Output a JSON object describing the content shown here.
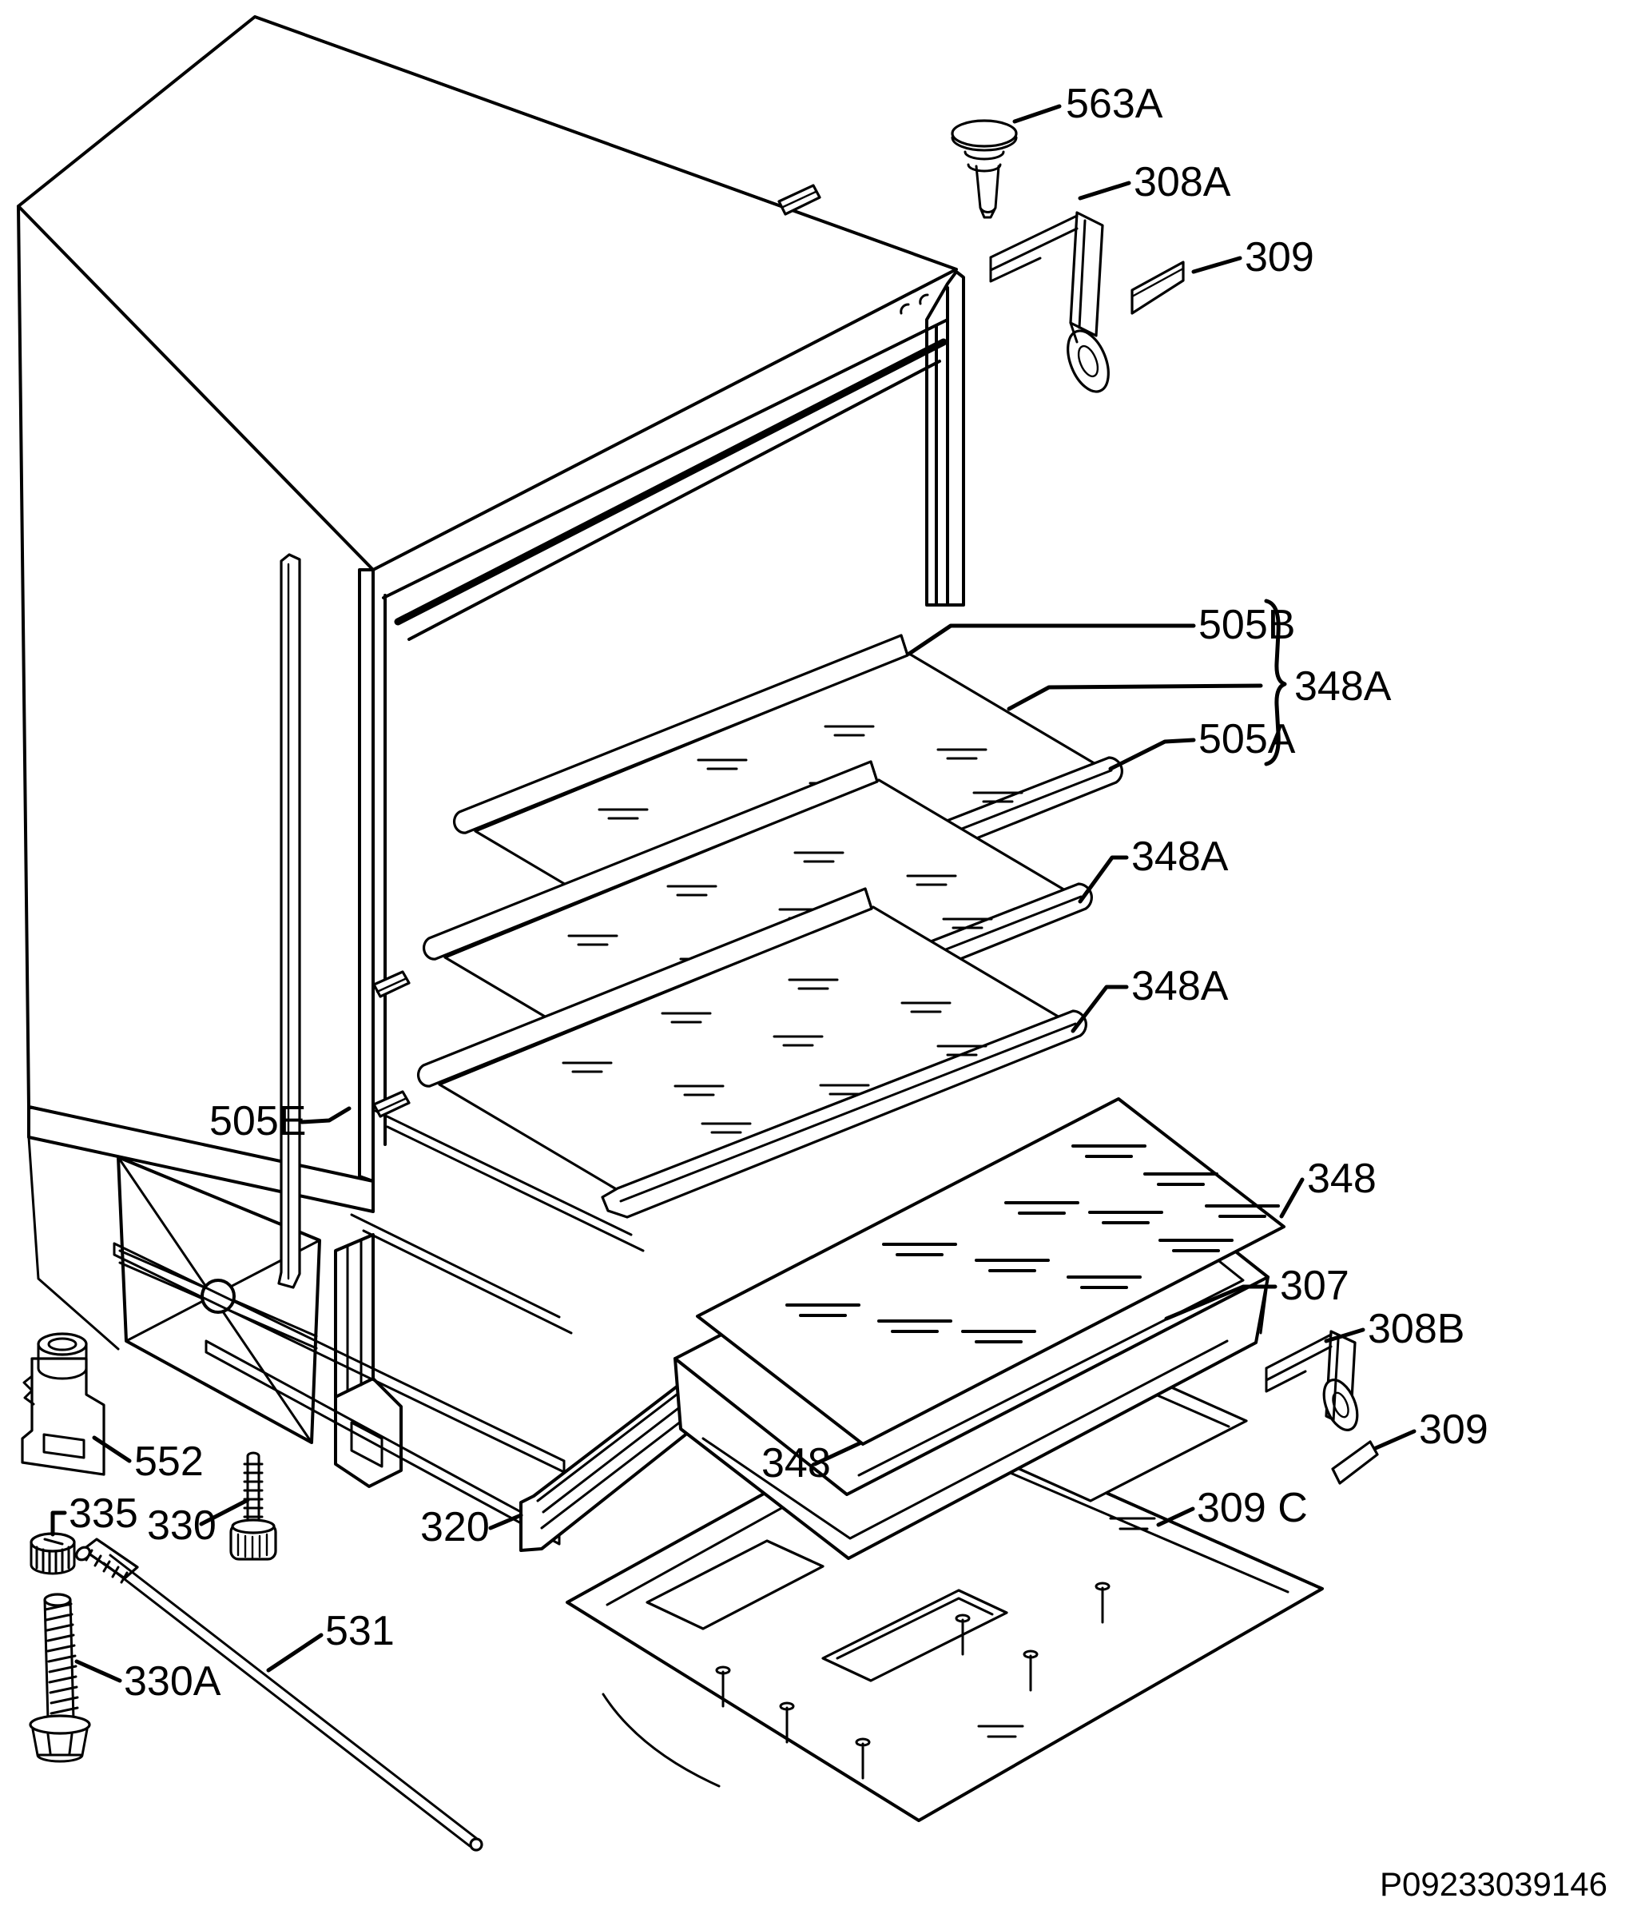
{
  "diagram": {
    "kind": "exploded-parts-diagram",
    "subject": "refrigerator cabinet housing",
    "document_code": "P09233039146",
    "callouts": [
      {
        "id": "563A",
        "text": "563A"
      },
      {
        "id": "308A",
        "text": "308A"
      },
      {
        "id": "309-top",
        "text": "309"
      },
      {
        "id": "505B",
        "text": "505B"
      },
      {
        "id": "348A-group",
        "text": "348A"
      },
      {
        "id": "505A",
        "text": "505A"
      },
      {
        "id": "348A-middle",
        "text": "348A"
      },
      {
        "id": "348A-lower",
        "text": "348A"
      },
      {
        "id": "505E",
        "text": "505E"
      },
      {
        "id": "348-glass-right",
        "text": "348"
      },
      {
        "id": "307",
        "text": "307"
      },
      {
        "id": "308B",
        "text": "308B"
      },
      {
        "id": "309-right",
        "text": "309"
      },
      {
        "id": "309C",
        "text": "309 C"
      },
      {
        "id": "348-glass-left",
        "text": "348"
      },
      {
        "id": "552",
        "text": "552"
      },
      {
        "id": "335",
        "text": "335"
      },
      {
        "id": "330",
        "text": "330"
      },
      {
        "id": "320",
        "text": "320"
      },
      {
        "id": "531",
        "text": "531"
      },
      {
        "id": "330A",
        "text": "330A"
      }
    ]
  }
}
